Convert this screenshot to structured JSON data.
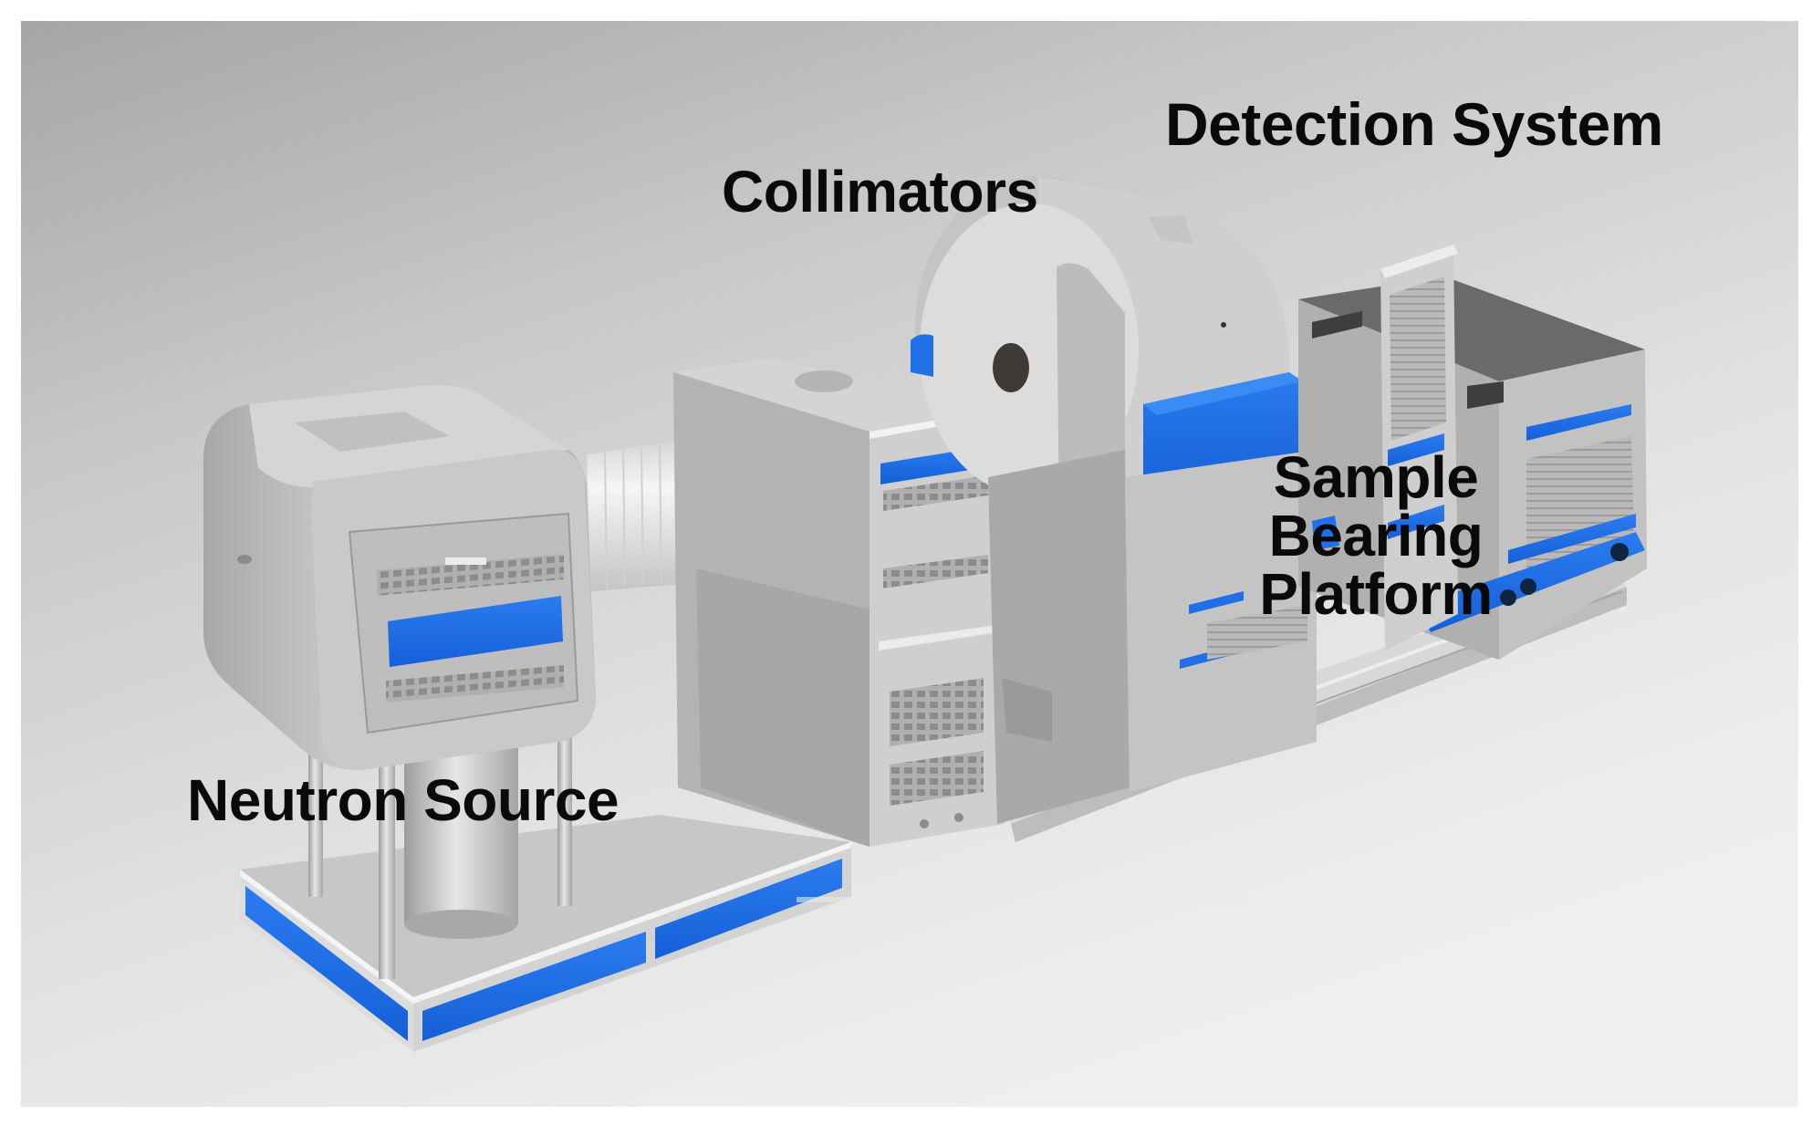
{
  "figure": {
    "type": "3d-rendered-instrument-diagram",
    "subject": "neutron imaging system"
  },
  "labels": {
    "detection_system": "Detection System",
    "collimators": "Collimators",
    "sample_platform_line1": "Sample",
    "sample_platform_line2": "Bearing",
    "sample_platform_line3": "Platform",
    "neutron_source": "Neutron Source"
  },
  "components": [
    {
      "name": "Neutron Source",
      "description": "rounded cube housing on four legs with central cylinder, front panel with blue stripe"
    },
    {
      "name": "Collimators",
      "description": "ribbed tube into rectangular cabinet, followed by large drum collimator with central aperture"
    },
    {
      "name": "Sample Bearing Platform",
      "description": "sliding stage on rails with blue trim"
    },
    {
      "name": "Detection System",
      "description": "tall vertical panel and dark-topped detector cabinet on blue wheeled cart"
    }
  ],
  "colors": {
    "background_top": "#a9a9a9",
    "background_bottom": "#eeeeee",
    "accent_blue": "#1f6fe6",
    "metal_light": "#d9d9d9",
    "metal_mid": "#b8b8b8",
    "metal_dark": "#8f8f8f",
    "detector_top": "#5a5a5a",
    "label_text": "#0a0a0a"
  }
}
